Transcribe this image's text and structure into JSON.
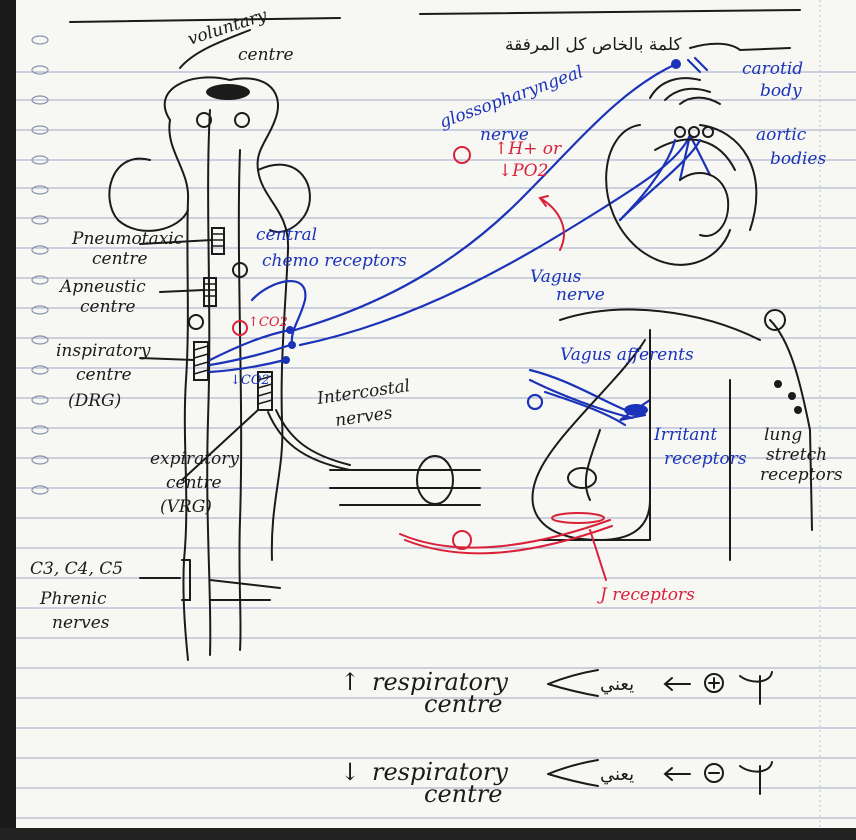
{
  "colors": {
    "ink": "#1b1b1b",
    "blue": "#1b33b8",
    "red": "#d9213a",
    "paper": "#f7f7f4",
    "rule": "#9fa8c4"
  },
  "labels": {
    "voluntary": "voluntary",
    "centre_top": "centre",
    "arabic_header": "كلمة بالخاص كل المرفقة",
    "glossopharyngeal": "glossopharyngeal",
    "nerve_gloss": "nerve",
    "hplus": "↑H+ or",
    "po2": "↓PO2",
    "carotid": "carotid",
    "body": "body",
    "aortic": "aortic",
    "bodies": "bodies",
    "pneumotaxic": "Pneumotaxic",
    "pneumo_centre": "centre",
    "apneustic": "Apneustic",
    "apneu_centre": "centre",
    "central": "central",
    "chemo_receptors": "chemo receptors",
    "vagus": "Vagus",
    "vagus_nerve": "nerve",
    "inspiratory": "inspiratory",
    "insp_centre": "centre",
    "drg": "(DRG)",
    "co2_up": "↑CO2",
    "co2_down": "↓CO2",
    "vagus_afferents": "Vagus afferents",
    "intercostal": "Intercostal",
    "nerves": "nerves",
    "irritant": "Irritant",
    "irritant_receptors": "receptors",
    "lung": "lung",
    "stretch": "stretch",
    "stretch_receptors": "receptors",
    "expiratory": "expiratory",
    "exp_centre": "centre",
    "vrg": "(VRG)",
    "c3c4c5": "C3, C4, C5",
    "phrenic": "Phrenic",
    "phrenic_nerves": "nerves",
    "j_receptors": "J receptors",
    "resp_centre_up_arrow": "↑",
    "resp_up": "respiratory",
    "resp_up_centre": "centre",
    "arabic_up": "يعني",
    "resp_centre_down_arrow": "↓",
    "resp_down": "respiratory",
    "resp_down_centre": "centre",
    "arabic_down": "يعني",
    "plus": "+",
    "minus": "−"
  }
}
